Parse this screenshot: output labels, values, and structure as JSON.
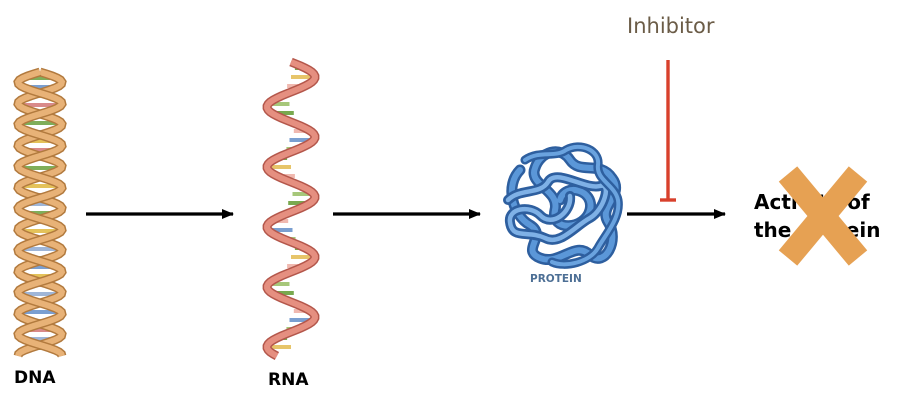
{
  "nodes": {
    "dna": {
      "label": "DNA"
    },
    "rna": {
      "label": "RNA"
    },
    "protein": {
      "label": "PROTEIN"
    },
    "activity": {
      "line1": "Activity of",
      "line2": "the protein"
    }
  },
  "inhibitor": {
    "label": "Inhibitor"
  },
  "colors": {
    "dna_backbone": "#e8b277",
    "rna_backbone": "#e58f80",
    "protein": "#3f7cc4",
    "inhibitor_line": "#d8402c",
    "cross_mark": "#e6a153",
    "arrow": "#000000"
  },
  "icons": [
    "dna-helix-icon",
    "rna-helix-icon",
    "protein-blob-icon",
    "cross-mark-icon"
  ]
}
